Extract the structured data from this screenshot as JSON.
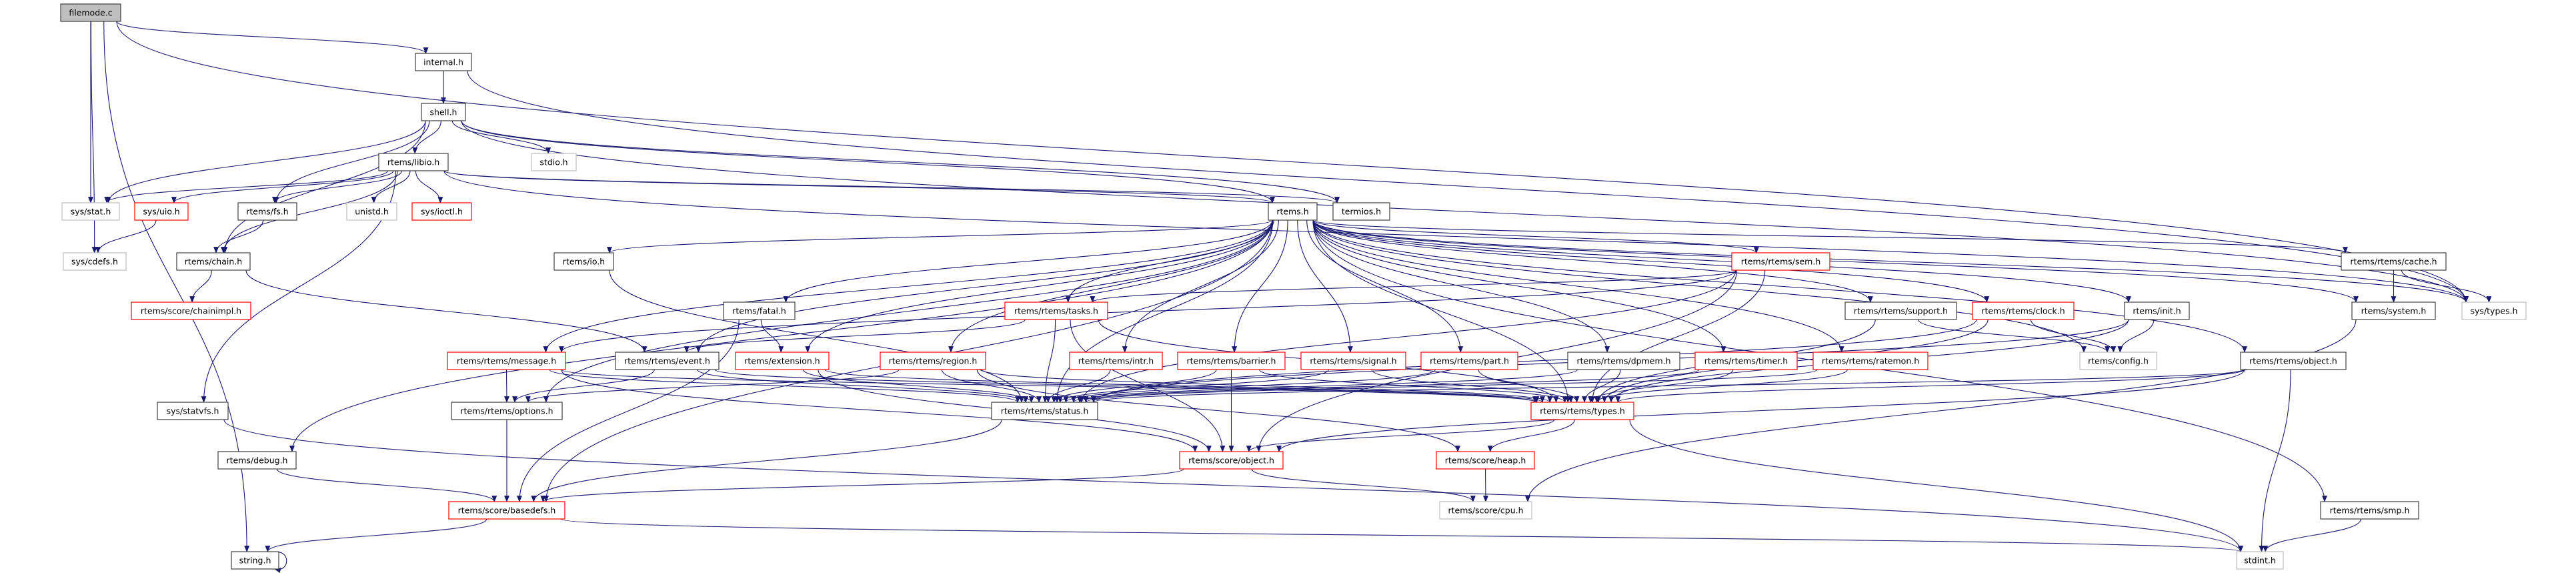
{
  "title": "filemode.c include dependency graph",
  "colors": {
    "edge": "#191970",
    "root_fill": "#bfbfbf",
    "normal_border": "#404040",
    "truncated_border": "#ff0000",
    "undocumented_border": "#bfbfbf"
  },
  "nodes": [
    {
      "id": "filemode",
      "label": "filemode.c",
      "kind": "root"
    },
    {
      "id": "internal",
      "label": "internal.h",
      "kind": "normal"
    },
    {
      "id": "shell",
      "label": "shell.h",
      "kind": "normal"
    },
    {
      "id": "libio",
      "label": "rtems/libio.h",
      "kind": "normal"
    },
    {
      "id": "stdio",
      "label": "stdio.h",
      "kind": "grey"
    },
    {
      "id": "stat",
      "label": "sys/stat.h",
      "kind": "grey"
    },
    {
      "id": "uio",
      "label": "sys/uio.h",
      "kind": "red"
    },
    {
      "id": "fs",
      "label": "rtems/fs.h",
      "kind": "normal"
    },
    {
      "id": "unistd",
      "label": "unistd.h",
      "kind": "grey"
    },
    {
      "id": "ioctl",
      "label": "sys/ioctl.h",
      "kind": "red"
    },
    {
      "id": "rtemsh",
      "label": "rtems.h",
      "kind": "normal"
    },
    {
      "id": "termios",
      "label": "termios.h",
      "kind": "normal"
    },
    {
      "id": "cdefs",
      "label": "sys/cdefs.h",
      "kind": "grey"
    },
    {
      "id": "chain",
      "label": "rtems/chain.h",
      "kind": "normal"
    },
    {
      "id": "io",
      "label": "rtems/io.h",
      "kind": "normal"
    },
    {
      "id": "sem",
      "label": "rtems/rtems/sem.h",
      "kind": "red"
    },
    {
      "id": "cache",
      "label": "rtems/rtems/cache.h",
      "kind": "normal"
    },
    {
      "id": "chainimpl",
      "label": "rtems/score/chainimpl.h",
      "kind": "red"
    },
    {
      "id": "fatal",
      "label": "rtems/fatal.h",
      "kind": "normal"
    },
    {
      "id": "tasks",
      "label": "rtems/rtems/tasks.h",
      "kind": "red"
    },
    {
      "id": "support",
      "label": "rtems/rtems/support.h",
      "kind": "normal"
    },
    {
      "id": "clock",
      "label": "rtems/rtems/clock.h",
      "kind": "red"
    },
    {
      "id": "init",
      "label": "rtems/init.h",
      "kind": "normal"
    },
    {
      "id": "system",
      "label": "rtems/system.h",
      "kind": "normal"
    },
    {
      "id": "systypes",
      "label": "sys/types.h",
      "kind": "grey"
    },
    {
      "id": "message",
      "label": "rtems/rtems/message.h",
      "kind": "red"
    },
    {
      "id": "event",
      "label": "rtems/rtems/event.h",
      "kind": "normal"
    },
    {
      "id": "extension",
      "label": "rtems/extension.h",
      "kind": "red"
    },
    {
      "id": "region",
      "label": "rtems/rtems/region.h",
      "kind": "red"
    },
    {
      "id": "intr",
      "label": "rtems/rtems/intr.h",
      "kind": "red"
    },
    {
      "id": "barrier",
      "label": "rtems/rtems/barrier.h",
      "kind": "red"
    },
    {
      "id": "signal",
      "label": "rtems/rtems/signal.h",
      "kind": "red"
    },
    {
      "id": "part",
      "label": "rtems/rtems/part.h",
      "kind": "red"
    },
    {
      "id": "dpmem",
      "label": "rtems/rtems/dpmem.h",
      "kind": "normal"
    },
    {
      "id": "timer",
      "label": "rtems/rtems/timer.h",
      "kind": "red"
    },
    {
      "id": "ratemon",
      "label": "rtems/rtems/ratemon.h",
      "kind": "red"
    },
    {
      "id": "config",
      "label": "rtems/config.h",
      "kind": "grey"
    },
    {
      "id": "robject",
      "label": "rtems/rtems/object.h",
      "kind": "normal"
    },
    {
      "id": "statvfs",
      "label": "sys/statvfs.h",
      "kind": "normal"
    },
    {
      "id": "options",
      "label": "rtems/rtems/options.h",
      "kind": "normal"
    },
    {
      "id": "status",
      "label": "rtems/rtems/status.h",
      "kind": "normal"
    },
    {
      "id": "types",
      "label": "rtems/rtems/types.h",
      "kind": "red"
    },
    {
      "id": "debug",
      "label": "rtems/debug.h",
      "kind": "normal"
    },
    {
      "id": "sobject",
      "label": "rtems/score/object.h",
      "kind": "red"
    },
    {
      "id": "heap",
      "label": "rtems/score/heap.h",
      "kind": "red"
    },
    {
      "id": "basedefs",
      "label": "rtems/score/basedefs.h",
      "kind": "red"
    },
    {
      "id": "cpu",
      "label": "rtems/score/cpu.h",
      "kind": "grey"
    },
    {
      "id": "smp",
      "label": "rtems/rtems/smp.h",
      "kind": "normal"
    },
    {
      "id": "string",
      "label": "string.h",
      "kind": "normal"
    },
    {
      "id": "stdint",
      "label": "stdint.h",
      "kind": "grey"
    }
  ],
  "edges": [
    [
      "filemode",
      "internal"
    ],
    [
      "filemode",
      "stat"
    ],
    [
      "filemode",
      "cdefs"
    ],
    [
      "filemode",
      "string"
    ],
    [
      "filemode",
      "systypes"
    ],
    [
      "internal",
      "shell"
    ],
    [
      "internal",
      "systypes"
    ],
    [
      "shell",
      "stat"
    ],
    [
      "shell",
      "chain"
    ],
    [
      "shell",
      "fs"
    ],
    [
      "shell",
      "libio"
    ],
    [
      "shell",
      "stdio"
    ],
    [
      "shell",
      "rtemsh"
    ],
    [
      "shell",
      "termios"
    ],
    [
      "shell",
      "systypes"
    ],
    [
      "libio",
      "stat"
    ],
    [
      "libio",
      "uio"
    ],
    [
      "libio",
      "fs"
    ],
    [
      "libio",
      "unistd"
    ],
    [
      "libio",
      "ioctl"
    ],
    [
      "libio",
      "chain"
    ],
    [
      "libio",
      "rtemsh"
    ],
    [
      "libio",
      "termios"
    ],
    [
      "libio",
      "statvfs"
    ],
    [
      "libio",
      "systypes"
    ],
    [
      "uio",
      "cdefs"
    ],
    [
      "fs",
      "chain"
    ],
    [
      "chain",
      "chainimpl"
    ],
    [
      "chain",
      "event"
    ],
    [
      "rtemsh",
      "io"
    ],
    [
      "rtemsh",
      "fatal"
    ],
    [
      "rtemsh",
      "event"
    ],
    [
      "rtemsh",
      "extension"
    ],
    [
      "rtemsh",
      "tasks"
    ],
    [
      "rtemsh",
      "region"
    ],
    [
      "rtemsh",
      "intr"
    ],
    [
      "rtemsh",
      "barrier"
    ],
    [
      "rtemsh",
      "signal"
    ],
    [
      "rtemsh",
      "part"
    ],
    [
      "rtemsh",
      "dpmem"
    ],
    [
      "rtemsh",
      "timer"
    ],
    [
      "rtemsh",
      "ratemon"
    ],
    [
      "rtemsh",
      "sem"
    ],
    [
      "rtemsh",
      "support"
    ],
    [
      "rtemsh",
      "clock"
    ],
    [
      "rtemsh",
      "init"
    ],
    [
      "rtemsh",
      "config"
    ],
    [
      "rtemsh",
      "robject"
    ],
    [
      "rtemsh",
      "cache"
    ],
    [
      "rtemsh",
      "system"
    ],
    [
      "rtemsh",
      "systypes"
    ],
    [
      "rtemsh",
      "smp"
    ],
    [
      "rtemsh",
      "message"
    ],
    [
      "rtemsh",
      "status"
    ],
    [
      "rtemsh",
      "types"
    ],
    [
      "rtemsh",
      "options"
    ],
    [
      "rtemsh",
      "basedefs"
    ],
    [
      "rtemsh",
      "debug"
    ],
    [
      "io",
      "status"
    ],
    [
      "fatal",
      "extension"
    ],
    [
      "fatal",
      "basedefs"
    ],
    [
      "tasks",
      "event"
    ],
    [
      "tasks",
      "status"
    ],
    [
      "tasks",
      "types"
    ],
    [
      "tasks",
      "sobject"
    ],
    [
      "event",
      "options"
    ],
    [
      "event",
      "status"
    ],
    [
      "event",
      "types"
    ],
    [
      "extension",
      "status"
    ],
    [
      "extension",
      "types"
    ],
    [
      "extension",
      "sobject"
    ],
    [
      "region",
      "options"
    ],
    [
      "region",
      "status"
    ],
    [
      "region",
      "types"
    ],
    [
      "region",
      "heap"
    ],
    [
      "intr",
      "status"
    ],
    [
      "barrier",
      "status"
    ],
    [
      "barrier",
      "types"
    ],
    [
      "barrier",
      "sobject"
    ],
    [
      "signal",
      "status"
    ],
    [
      "signal",
      "types"
    ],
    [
      "part",
      "status"
    ],
    [
      "part",
      "types"
    ],
    [
      "dpmem",
      "status"
    ],
    [
      "dpmem",
      "types"
    ],
    [
      "timer",
      "status"
    ],
    [
      "timer",
      "types"
    ],
    [
      "ratemon",
      "status"
    ],
    [
      "ratemon",
      "types"
    ],
    [
      "sem",
      "tasks"
    ],
    [
      "sem",
      "message"
    ],
    [
      "sem",
      "status"
    ],
    [
      "sem",
      "types"
    ],
    [
      "sem",
      "sobject"
    ],
    [
      "support",
      "config"
    ],
    [
      "support",
      "types"
    ],
    [
      "clock",
      "config"
    ],
    [
      "clock",
      "status"
    ],
    [
      "clock",
      "types"
    ],
    [
      "init",
      "config"
    ],
    [
      "init",
      "status"
    ],
    [
      "init",
      "types"
    ],
    [
      "robject",
      "status"
    ],
    [
      "robject",
      "types"
    ],
    [
      "robject",
      "sobject"
    ],
    [
      "robject",
      "stdint"
    ],
    [
      "message",
      "options"
    ],
    [
      "message",
      "status"
    ],
    [
      "message",
      "types"
    ],
    [
      "message",
      "sobject"
    ],
    [
      "cache",
      "system"
    ],
    [
      "cache",
      "systypes"
    ],
    [
      "system",
      "cpu"
    ],
    [
      "smp",
      "stdint"
    ],
    [
      "types",
      "sobject"
    ],
    [
      "types",
      "heap"
    ],
    [
      "types",
      "stdint"
    ],
    [
      "sobject",
      "cpu"
    ],
    [
      "sobject",
      "basedefs"
    ],
    [
      "heap",
      "cpu"
    ],
    [
      "status",
      "basedefs"
    ],
    [
      "options",
      "basedefs"
    ],
    [
      "debug",
      "basedefs"
    ],
    [
      "statvfs",
      "stdint"
    ],
    [
      "basedefs",
      "string"
    ],
    [
      "basedefs",
      "stdint"
    ],
    [
      "string",
      "string"
    ]
  ]
}
